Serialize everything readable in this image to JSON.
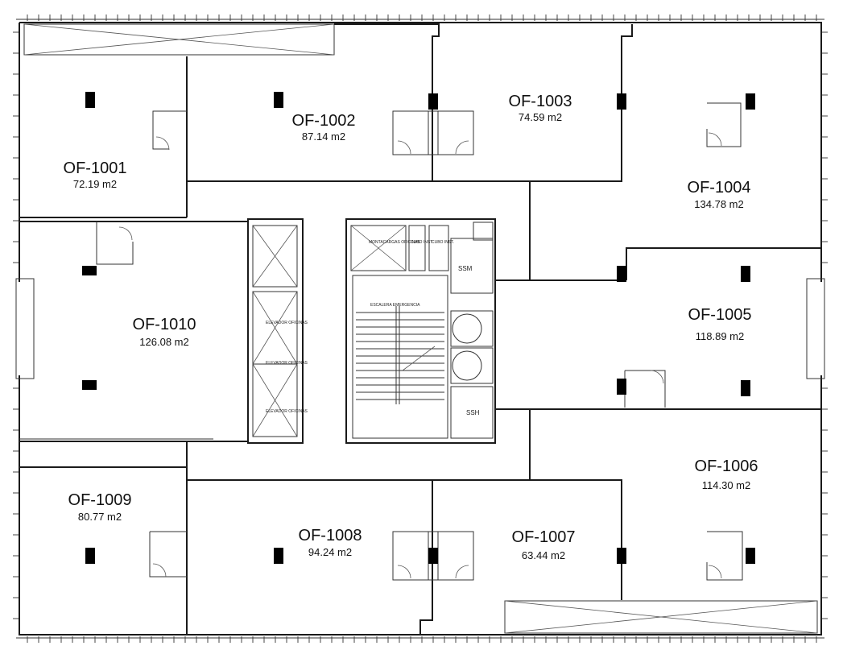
{
  "offices": [
    {
      "id": "OF-1001",
      "area": "72.19 m2"
    },
    {
      "id": "OF-1002",
      "area": "87.14 m2"
    },
    {
      "id": "OF-1003",
      "area": "74.59 m2"
    },
    {
      "id": "OF-1004",
      "area": "134.78 m2"
    },
    {
      "id": "OF-1005",
      "area": "118.89 m2"
    },
    {
      "id": "OF-1006",
      "area": "114.30 m2"
    },
    {
      "id": "OF-1007",
      "area": "63.44 m2"
    },
    {
      "id": "OF-1008",
      "area": "94.24 m2"
    },
    {
      "id": "OF-1009",
      "area": "80.77 m2"
    },
    {
      "id": "OF-1010",
      "area": "126.08 m2"
    }
  ],
  "core": {
    "stair": "ESCALERA EMERGENCIA",
    "freight": "MONTACARGAS OFICINAS",
    "elevator": "ELEVADOR OFICINAS",
    "shaft_1": "CUBO INST.",
    "shaft_2": "CUBO INST.",
    "ssm": "SSM",
    "ssh": "SSH"
  }
}
